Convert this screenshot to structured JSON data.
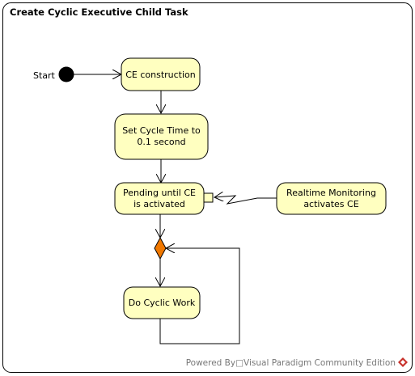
{
  "diagram": {
    "title": "Create Cyclic Executive Child Task",
    "start_label": "Start",
    "nodes": {
      "ce_construction": [
        "CE construction"
      ],
      "set_cycle_time": [
        "Set Cycle Time to",
        "0.1 second"
      ],
      "pending": [
        "Pending until CE",
        "is activated"
      ],
      "realtime_monitoring": [
        "Realtime Monitoring",
        "activates CE"
      ],
      "do_cyclic_work": [
        "Do Cyclic Work"
      ]
    },
    "colors": {
      "action_fill": "#ffffc0",
      "decision_fill": "#f07800",
      "watermark_logo": "#c8312b"
    }
  },
  "watermark": {
    "text": "Powered By□Visual Paradigm Community Edition"
  }
}
